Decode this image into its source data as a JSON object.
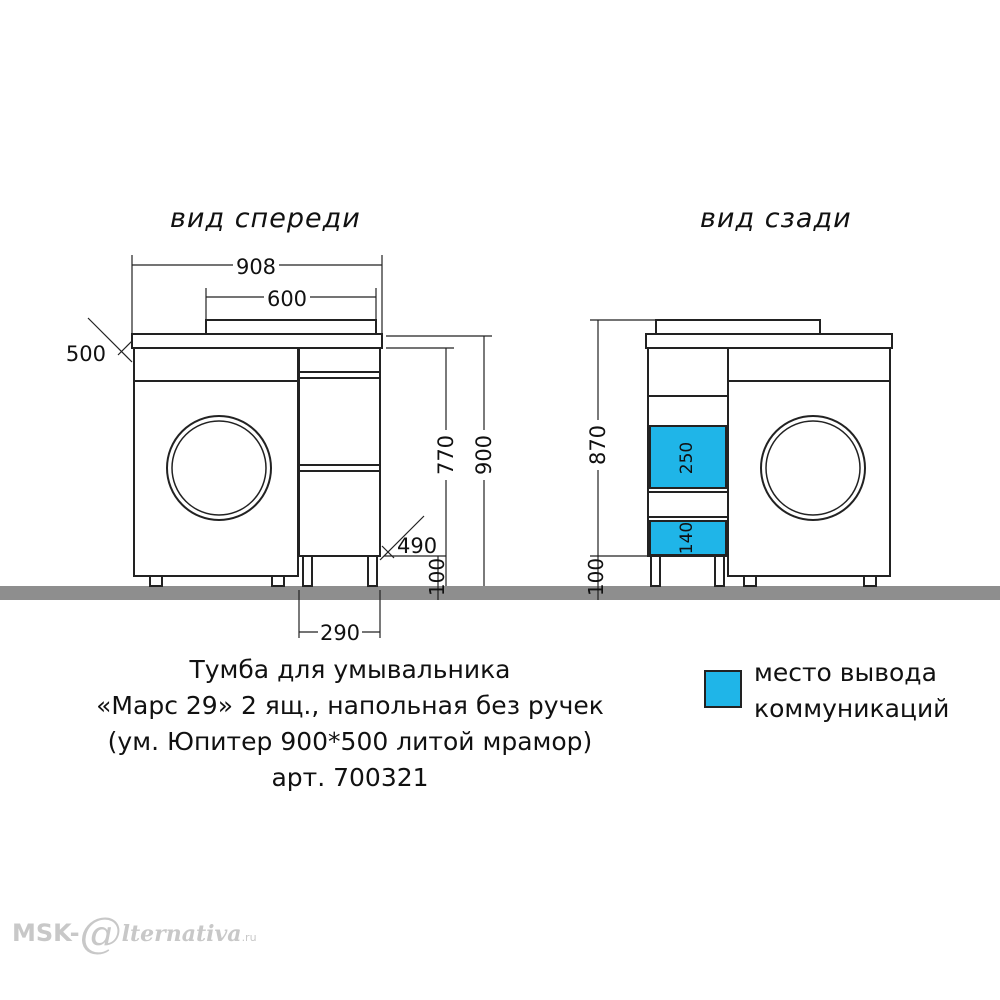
{
  "views": {
    "front_title": "вид спереди",
    "back_title": "вид сзади"
  },
  "dimensions": {
    "front_width": "908",
    "basin_width": "600",
    "depth": "500",
    "height_770": "770",
    "height_900": "900",
    "drawer_depth": "490",
    "leg_height_front": "100",
    "drawer_width": "290",
    "height_870": "870",
    "leg_height_back": "100",
    "cutout_250": "250",
    "cutout_140": "140"
  },
  "caption": {
    "line1": "Тумба для умывальника",
    "line2": "«Марс 29» 2 ящ., напольная без ручек",
    "line3": "(ум. Юпитер 900*500 литой мрамор)",
    "line4": "арт. 700321"
  },
  "legend": {
    "line1": "место вывода",
    "line2": "коммуникаций",
    "color": "#1fb5e8"
  },
  "watermark": {
    "part1": "MSK-",
    "at": "@",
    "part2": "lternativa",
    "tld": ".ru"
  },
  "colors": {
    "floor": "#8e8e8e",
    "line": "#222222",
    "cutout": "#1fb5e8"
  }
}
